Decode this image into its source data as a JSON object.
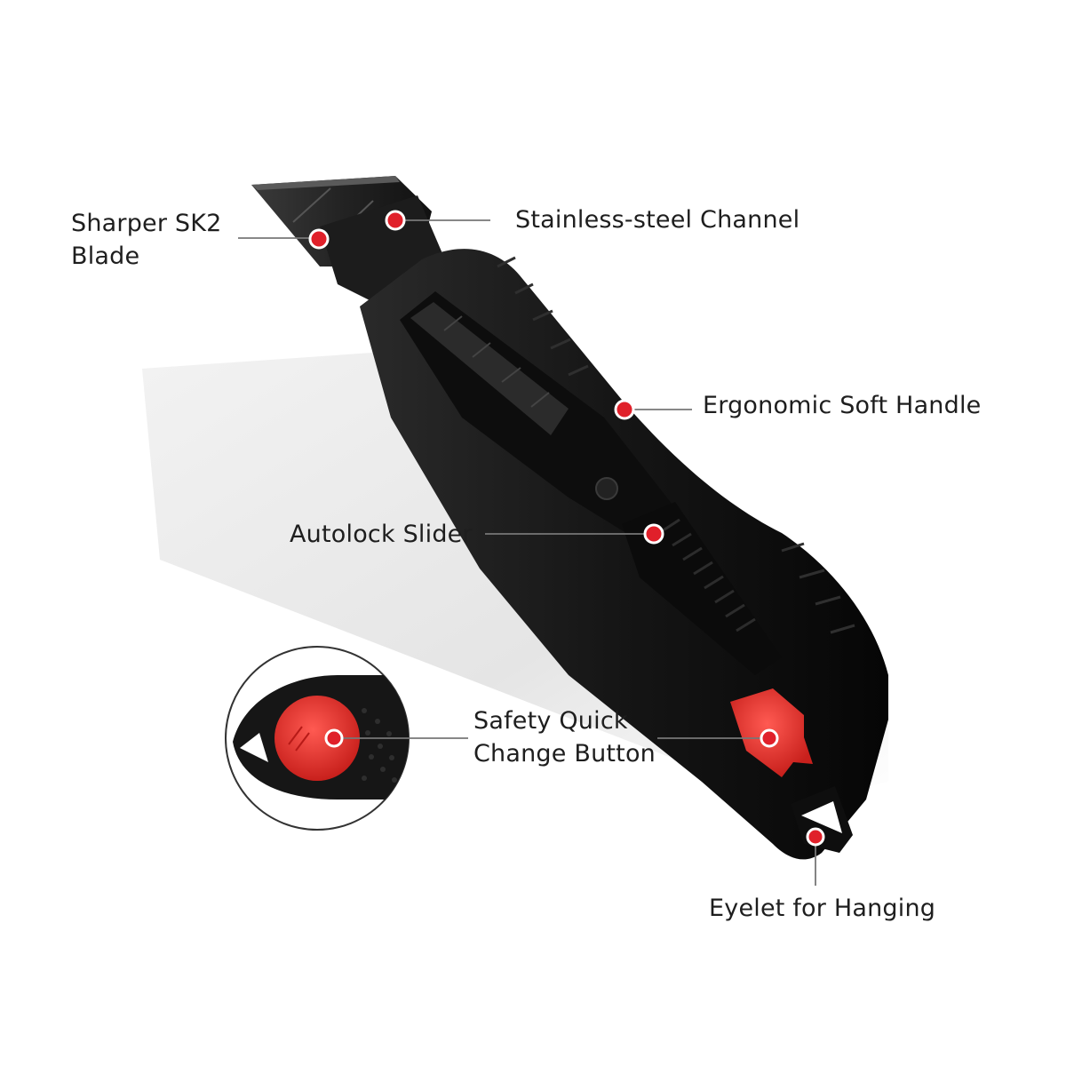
{
  "callouts": {
    "blade": {
      "line1": "Sharper SK2",
      "line2": "Blade"
    },
    "channel": "Stainless-steel Channel",
    "handle": "Ergonomic Soft Handle",
    "slider": "Autolock Slider",
    "button": {
      "line1": "Safety Quick",
      "line2": "Change Button"
    },
    "eyelet": "Eyelet for Hanging"
  },
  "colors": {
    "marker_red": "#e0202a",
    "handle_black": "#151515",
    "button_red": "#e53a36",
    "label_text": "#1e1e1e"
  }
}
